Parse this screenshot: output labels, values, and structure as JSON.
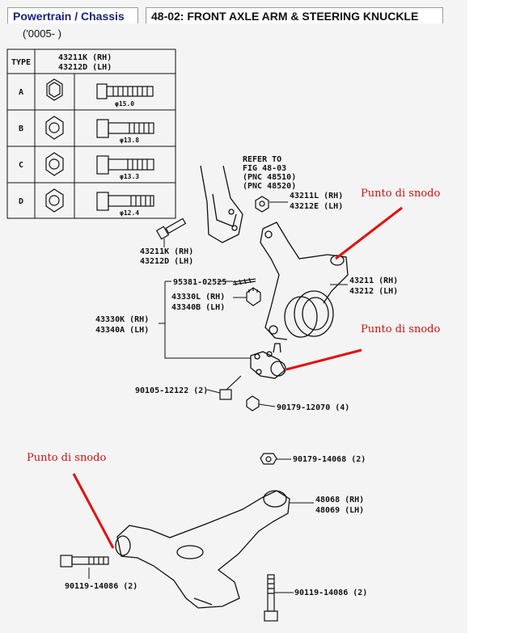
{
  "header": {
    "section": "Powertrain / Chassis",
    "title": "48-02: FRONT AXLE ARM & STEERING KNUCKLE",
    "model_range": "('0005-      )"
  },
  "type_table": {
    "type_header": "TYPE",
    "part_header_rh": "43211K (RH)",
    "part_header_lh": "43212D (LH)",
    "rows": [
      {
        "type": "A",
        "diameter": "φ15.0"
      },
      {
        "type": "B",
        "diameter": "φ13.8"
      },
      {
        "type": "C",
        "diameter": "φ13.3"
      },
      {
        "type": "D",
        "diameter": "φ12.4"
      }
    ]
  },
  "labels": {
    "refer": [
      "REFER TO",
      "FIG 48-03",
      "(PNC 48510)",
      "(PNC 48520)"
    ],
    "nut_top_rh": "43211L (RH)",
    "nut_top_lh": "43212E (LH)",
    "bolt_rh": "43211K (RH)",
    "bolt_lh": "43212D (LH)",
    "pin": "95381-02525",
    "nut_mid_rh": "43330L (RH)",
    "nut_mid_lh": "43340B (LH)",
    "knuckle_rh": "43211 (RH)",
    "knuckle_lh": "43212 (LH)",
    "balljoint_rh": "43330K (RH)",
    "balljoint_lh": "43340A (LH)",
    "bolt_small": "90105-12122 (2)",
    "nut_small": "90179-12070 (4)",
    "nut_arm": "90179-14068 (2)",
    "arm_rh": "48068 (RH)",
    "arm_lh": "48069 (LH)",
    "bolt_arm_left": "90119-14086 (2)",
    "bolt_arm_right": "90119-14086 (2)"
  },
  "callouts": [
    {
      "text": "Punto di snodo"
    },
    {
      "text": "Punto di snodo"
    },
    {
      "text": "Punto di snodo"
    }
  ],
  "colors": {
    "callout_red": "#e01010",
    "tab_blue": "#1a237e",
    "line": "#111111"
  }
}
